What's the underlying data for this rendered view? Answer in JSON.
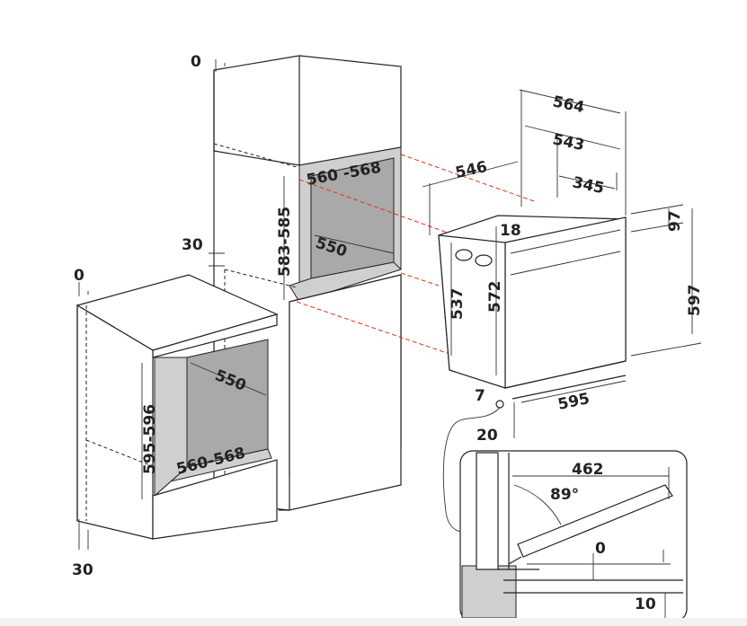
{
  "diagram": {
    "tall_cabinet": {
      "top_offset": "0",
      "side_offset": "30",
      "niche_width": "560 -568",
      "niche_height": "583-585",
      "niche_depth": "550"
    },
    "base_cabinet": {
      "top_offset": "0",
      "bottom_offset": "30",
      "niche_height": "595-596",
      "niche_depth": "550",
      "niche_width": "560-568"
    },
    "oven": {
      "depth_total": "564",
      "depth_body": "543",
      "depth_546": "546",
      "depth_rear": "345",
      "top_gap": "18",
      "height_body": "537",
      "height_572": "572",
      "panel_top": "97",
      "height_total": "597",
      "bottom_gap": "7",
      "width": "595",
      "foot": "20"
    },
    "door_detail": {
      "opening": "462",
      "angle": "89°",
      "gap_zero": "0",
      "gap_ten": "10"
    }
  }
}
